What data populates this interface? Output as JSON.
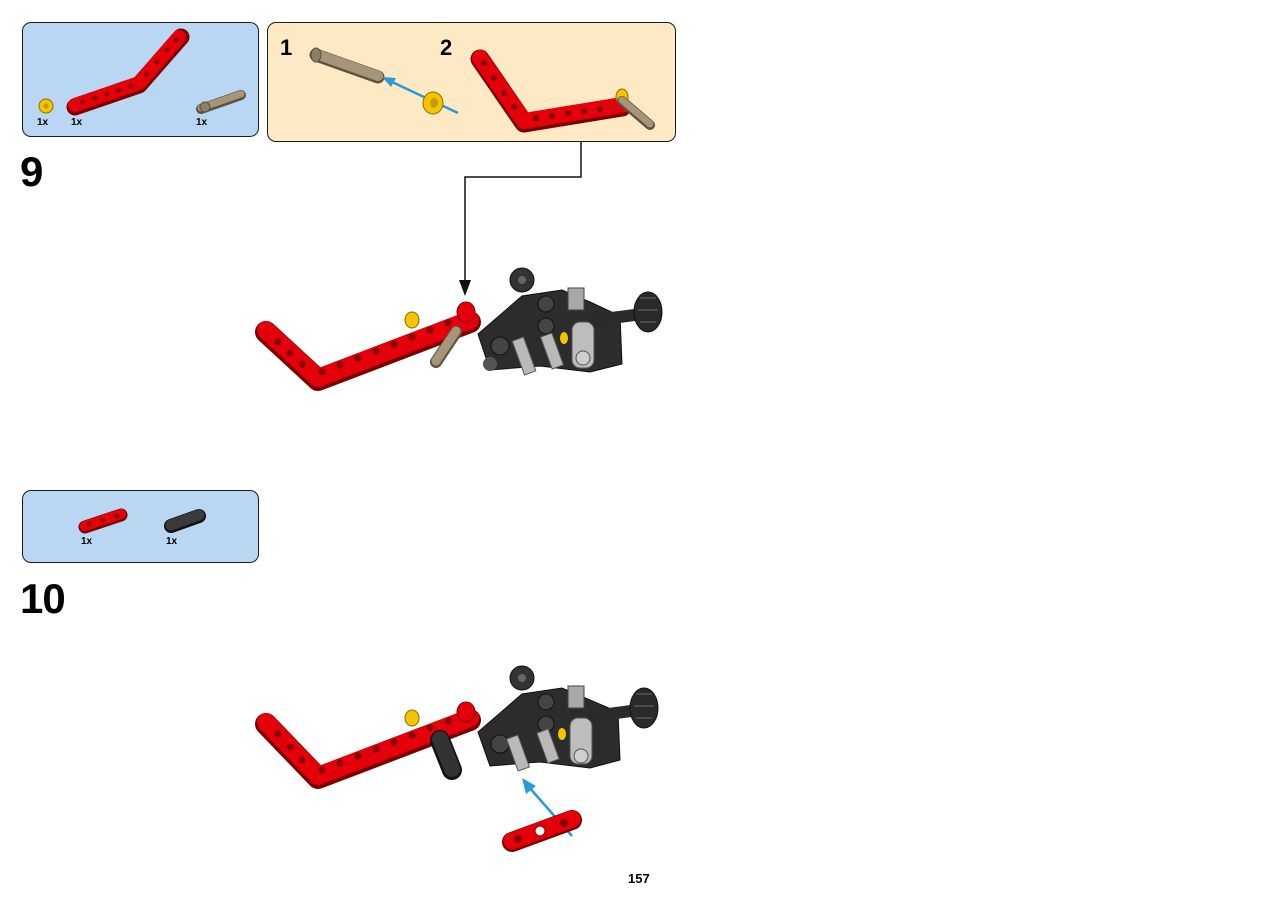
{
  "page_number": "157",
  "step9": {
    "number": "9",
    "parts": [
      {
        "part": "yellow-bush",
        "qty": "1x"
      },
      {
        "part": "red-bent-beam",
        "qty": "1x"
      },
      {
        "part": "tan-axle-pin",
        "qty": "1x"
      }
    ],
    "subassembly": {
      "sub1": "1",
      "sub2": "2"
    }
  },
  "step10": {
    "number": "10",
    "parts": [
      {
        "part": "red-3l-beam",
        "qty": "1x"
      },
      {
        "part": "black-pin",
        "qty": "1x"
      }
    ]
  },
  "colors": {
    "parts_bg": "#b9d6f2",
    "sub_bg": "#fde9c4",
    "red": "#e3000b",
    "yellow": "#f5c400",
    "tan": "#a7957a",
    "dark": "#3a3a3a",
    "arrow_blue": "#2a9ad6"
  }
}
